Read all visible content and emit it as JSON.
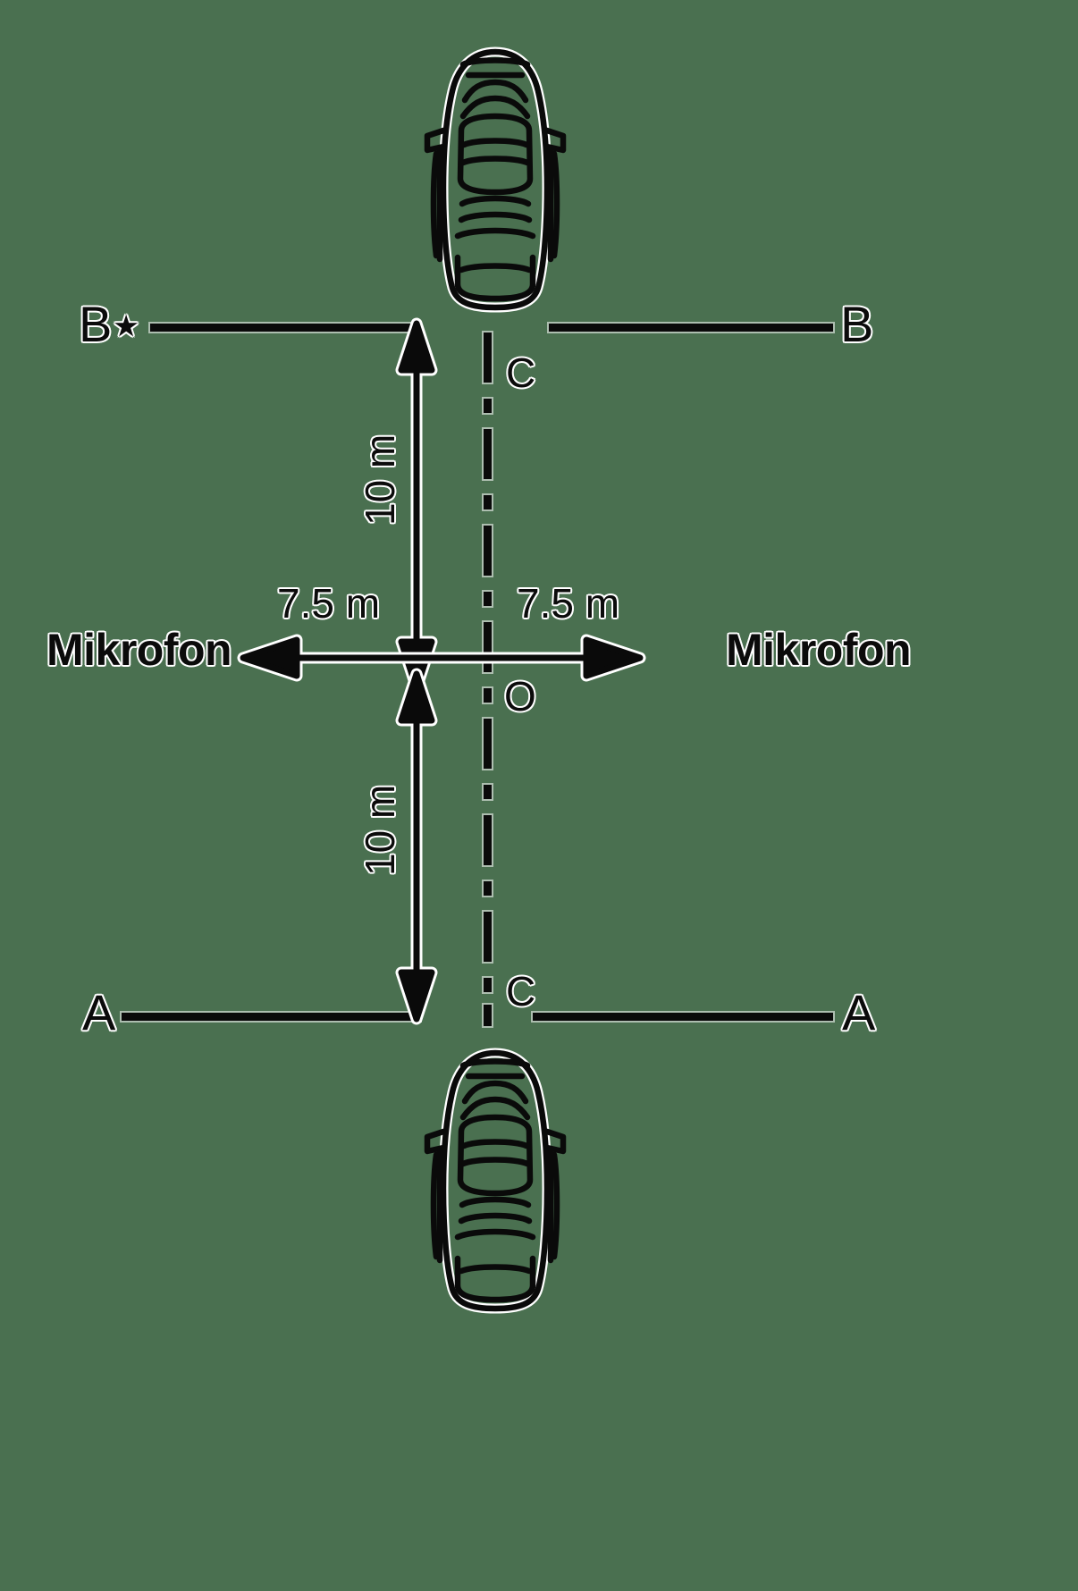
{
  "figure": {
    "type": "diagram",
    "subject": "vehicle pass-by noise measurement track layout (ISO test geometry)",
    "background_color": "#4a7050",
    "ink_color": "#0a0a0a",
    "halo_color": "#ffffff"
  },
  "labels": {
    "b_star": "B٭",
    "b_right": "B",
    "c_top": "C",
    "c_bottom": "C",
    "a_left": "A",
    "a_right": "A",
    "o_center": "O",
    "dist_top": "10 m",
    "dist_bottom": "10 m",
    "half_left": "7.5 m",
    "half_right": "7.5 m",
    "mic_left": "Mikrofon",
    "mic_right": "Mikrofon"
  },
  "measurements": {
    "longitudinal_half_length": "10 m",
    "lateral_microphone_distance": "7.5 m",
    "lines": [
      "A",
      "B",
      "B٭",
      "C"
    ],
    "origin": "O"
  },
  "objects": {
    "car_top": "car-top-view",
    "car_bottom": "car-top-view"
  }
}
